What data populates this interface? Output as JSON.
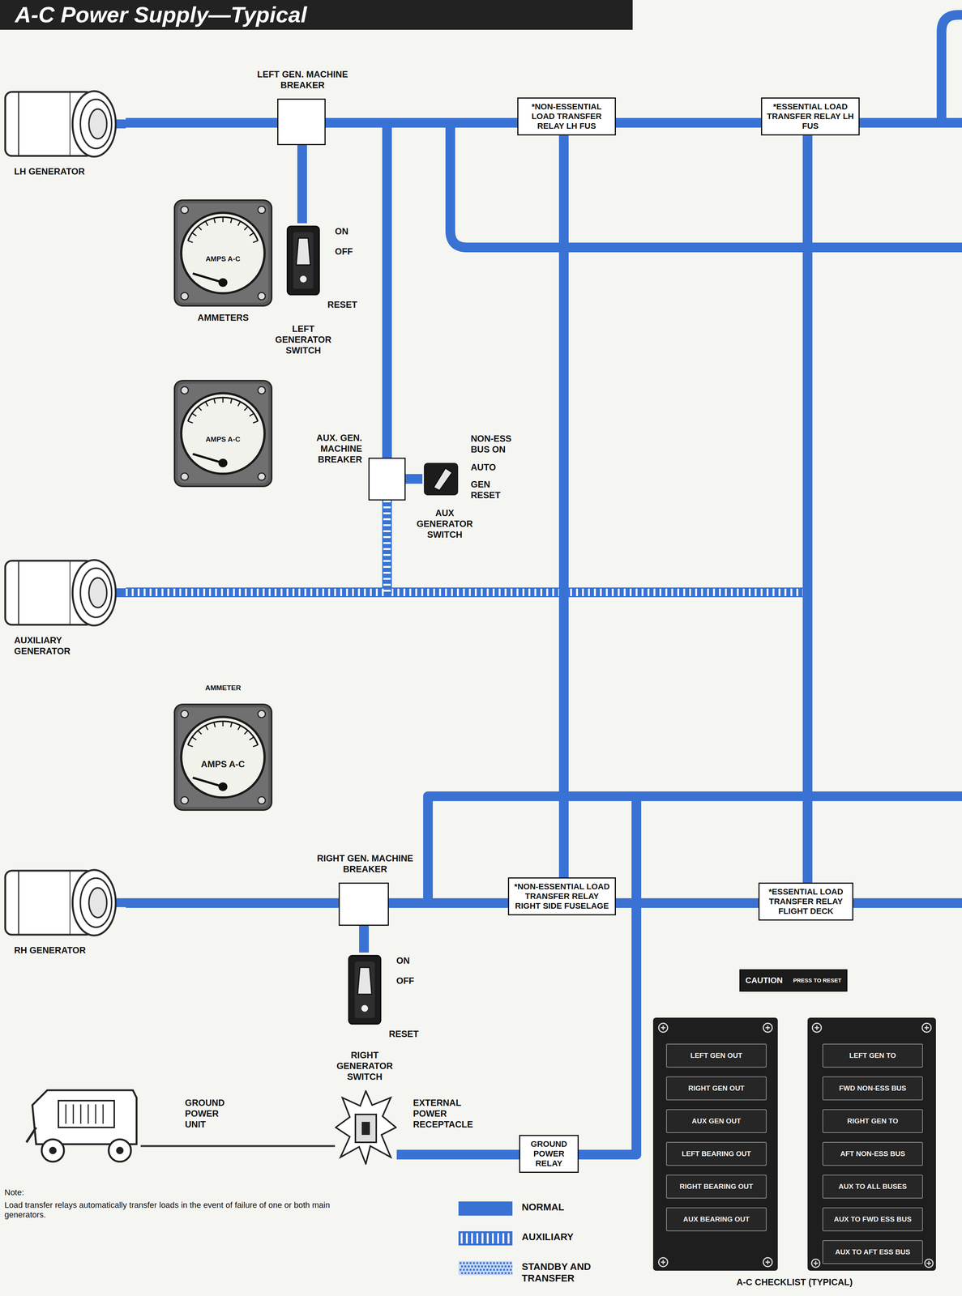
{
  "diagram": {
    "title": "A-C Power Supply—Typical",
    "nodes": [
      {
        "text": [
          "LH GENERATOR"
        ]
      },
      {
        "text": [
          "LEFT GEN. MACHINE BREAKER"
        ]
      },
      {
        "text": [
          "*NON-ESSENTIAL LOAD TRANSFER RELAY LH FUS"
        ]
      },
      {
        "text": [
          "*ESSENTIAL LOAD TRANSFER RELAY LH FUS"
        ]
      },
      {
        "text": [
          "AMPS A-C",
          "AMMETERS"
        ]
      },
      {
        "text": [
          "ON",
          "OFF",
          "RESET",
          "LEFT GENERATOR SWITCH"
        ]
      },
      {
        "text": [
          "AMPS A-C"
        ]
      },
      {
        "text": [
          "AUX. GEN. MACHINE BREAKER"
        ]
      },
      {
        "text": [
          "NON-ESS BUS ON",
          "AUTO",
          "GEN RESET",
          "AUX GENERATOR SWITCH"
        ]
      },
      {
        "text": [
          "AUXILIARY GENERATOR"
        ]
      },
      {
        "text": [
          "AMMETER",
          "AMPS A-C"
        ]
      },
      {
        "text": [
          "RIGHT GEN. MACHINE BREAKER"
        ]
      },
      {
        "text": [
          "*NON-ESSENTIAL LOAD TRANSFER RELAY RIGHT SIDE FUSELAGE"
        ]
      },
      {
        "text": [
          "*ESSENTIAL LOAD TRANSFER RELAY FLIGHT DECK"
        ]
      },
      {
        "text": [
          "RH GENERATOR"
        ]
      },
      {
        "text": [
          "ON",
          "OFF",
          "RESET",
          "RIGHT GENERATOR SWITCH"
        ]
      },
      {
        "text": [
          "CAUTION",
          "PRESS TO RESET"
        ]
      },
      {
        "text": [
          "A-C CHECKLIST (TYPICAL)"
        ]
      },
      {
        "text": [
          "LEFT GEN OUT"
        ],
        "in": 17
      },
      {
        "text": [
          "RIGHT GEN OUT"
        ],
        "in": 17
      },
      {
        "text": [
          "AUX GEN OUT"
        ],
        "in": 17
      },
      {
        "text": [
          "LEFT BEARING OUT"
        ],
        "in": 17
      },
      {
        "text": [
          "RIGHT BEARING OUT"
        ],
        "in": 17
      },
      {
        "text": [
          "AUX BEARING OUT"
        ],
        "in": 17
      },
      {
        "text": [
          "LEFT GEN TO"
        ],
        "in": 17
      },
      {
        "text": [
          "FWD NON-ESS BUS"
        ],
        "in": 17
      },
      {
        "text": [
          "RIGHT GEN TO"
        ],
        "in": 17
      },
      {
        "text": [
          "AFT NON-ESS BUS"
        ],
        "in": 17
      },
      {
        "text": [
          "AUX TO ALL BUSES"
        ],
        "in": 17
      },
      {
        "text": [
          "AUX TO FWD ESS BUS"
        ],
        "in": 17
      },
      {
        "text": [
          "AUX TO AFT ESS BUS"
        ],
        "in": 17
      },
      {
        "text": [
          "GROUND POWER UNIT"
        ]
      },
      {
        "text": [
          "EXTERNAL POWER RECEPTACLE"
        ]
      },
      {
        "text": [
          "GROUND POWER RELAY"
        ]
      }
    ],
    "edges": [
      {
        "from": 0,
        "to": 1,
        "arrow": "none"
      },
      {
        "from": 1,
        "to": 2,
        "arrow": "none"
      },
      {
        "from": 2,
        "to": 3,
        "arrow": "none"
      },
      {
        "from": 1,
        "to": 5,
        "arrow": "none"
      },
      {
        "from": 7,
        "to": 8,
        "arrow": "none"
      },
      {
        "from": 9,
        "to": 7,
        "arrow": "none"
      },
      {
        "from": 2,
        "to": 12,
        "arrow": "none"
      },
      {
        "from": 3,
        "to": 13,
        "arrow": "none"
      },
      {
        "from": 14,
        "to": 11,
        "arrow": "none"
      },
      {
        "from": 11,
        "to": 12,
        "arrow": "none"
      },
      {
        "from": 12,
        "to": 13,
        "arrow": "none"
      },
      {
        "from": 11,
        "to": 15,
        "arrow": "none"
      },
      {
        "from": 31,
        "to": 32,
        "arrow": "none"
      },
      {
        "from": 32,
        "to": 33,
        "arrow": "none"
      },
      {
        "from": 33,
        "to": 12,
        "arrow": "none"
      }
    ],
    "labels": [
      "Note:",
      "Load transfer relays automatically transfer loads in the event of failure of one or both main generators."
    ],
    "legend": [
      {
        "text": "NORMAL",
        "color": "#3a72d4"
      },
      {
        "text": "AUXILIARY"
      },
      {
        "text": "STANDBY AND TRANSFER"
      }
    ]
  }
}
